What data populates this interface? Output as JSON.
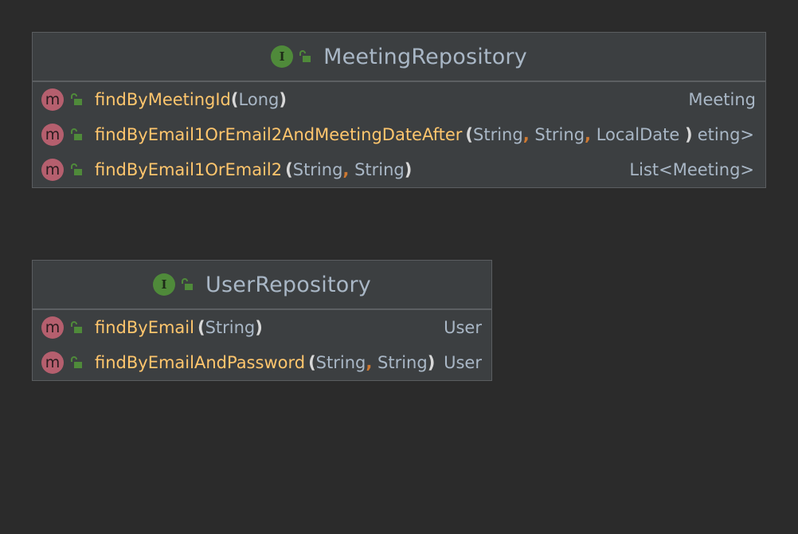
{
  "diagram": {
    "classes": [
      {
        "name": "MeetingRepository",
        "kind_icon": "interface-icon",
        "kind_letter": "I",
        "methods": [
          {
            "icon_letter": "m",
            "name": "findByMeetingId",
            "open": "(",
            "params": [
              "Long"
            ],
            "close": ")",
            "return": "Meeting"
          },
          {
            "icon_letter": "m",
            "name": "findByEmail1OrEmail2AndMeetingDateAfter",
            "open": "(",
            "params": [
              "String",
              "String",
              "LocalDate"
            ],
            "close": ")",
            "return": "eting>"
          },
          {
            "icon_letter": "m",
            "name": "findByEmail1OrEmail2",
            "open": "(",
            "params": [
              "String",
              "String"
            ],
            "close": ")",
            "return": "List<Meeting>"
          }
        ]
      },
      {
        "name": "UserRepository",
        "kind_icon": "interface-icon",
        "kind_letter": "I",
        "methods": [
          {
            "icon_letter": "m",
            "name": "findByEmail",
            "open": "(",
            "params": [
              "String"
            ],
            "close": ")",
            "return": "User"
          },
          {
            "icon_letter": "m",
            "name": "findByEmailAndPassword",
            "open": "(",
            "params": [
              "String",
              "String"
            ],
            "close": ")",
            "return": "User"
          }
        ]
      }
    ],
    "separator": ",",
    "colors": {
      "background": "#2b2b2b",
      "box": "#3c3f41",
      "method_name": "#ffc66d",
      "type_text": "#a9b7c6",
      "comma": "#cc7832",
      "interface_icon": "#4f8a3a",
      "method_icon": "#b55f6e",
      "lock_icon": "#4f8a3a"
    }
  }
}
